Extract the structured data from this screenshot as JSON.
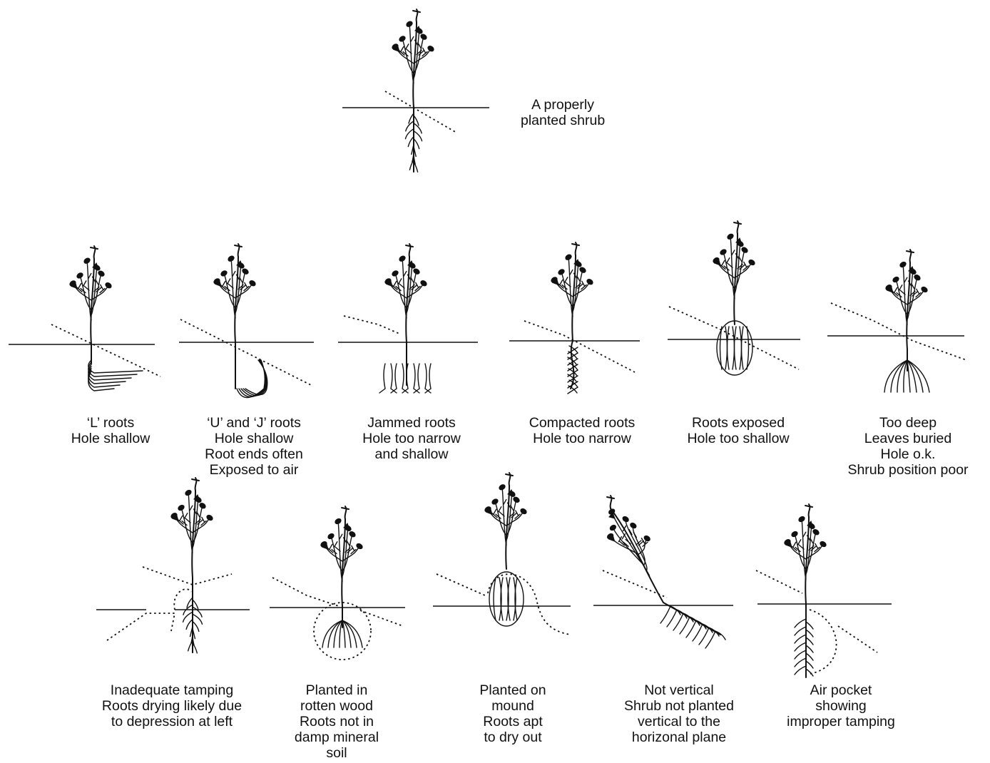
{
  "diagram": {
    "top": {
      "caption": [
        "A properly",
        "planted shrub"
      ]
    },
    "row1": [
      {
        "id": "l-roots",
        "caption": [
          "‘L’ roots",
          "Hole shallow"
        ]
      },
      {
        "id": "u-j-roots",
        "caption": [
          "‘U’ and ‘J’ roots",
          "Hole shallow",
          "Root ends often",
          "Exposed to air"
        ]
      },
      {
        "id": "jammed-roots",
        "caption": [
          "Jammed roots",
          "Hole too narrow",
          "and shallow"
        ]
      },
      {
        "id": "compacted-roots",
        "caption": [
          "Compacted roots",
          "Hole too narrow"
        ]
      },
      {
        "id": "roots-exposed",
        "caption": [
          "Roots exposed",
          "Hole too shallow"
        ]
      },
      {
        "id": "too-deep",
        "caption": [
          "Too deep",
          "Leaves buried",
          "Hole o.k.",
          "Shrub position poor"
        ]
      }
    ],
    "row2": [
      {
        "id": "inadequate-tamping",
        "caption": [
          "Inadequate tamping",
          "Roots drying likely due",
          "to depression at left"
        ]
      },
      {
        "id": "rotten-wood",
        "caption": [
          "Planted in",
          "rotten wood",
          "Roots not in",
          "damp mineral",
          "soil"
        ]
      },
      {
        "id": "mound",
        "caption": [
          "Planted on",
          "mound",
          "Roots apt",
          "to dry out"
        ]
      },
      {
        "id": "not-vertical",
        "caption": [
          "Not vertical",
          "Shrub not planted",
          "vertical to the",
          "horizonal plane"
        ]
      },
      {
        "id": "air-pocket",
        "caption": [
          "Air pocket",
          "showing",
          "improper tamping"
        ]
      }
    ]
  }
}
